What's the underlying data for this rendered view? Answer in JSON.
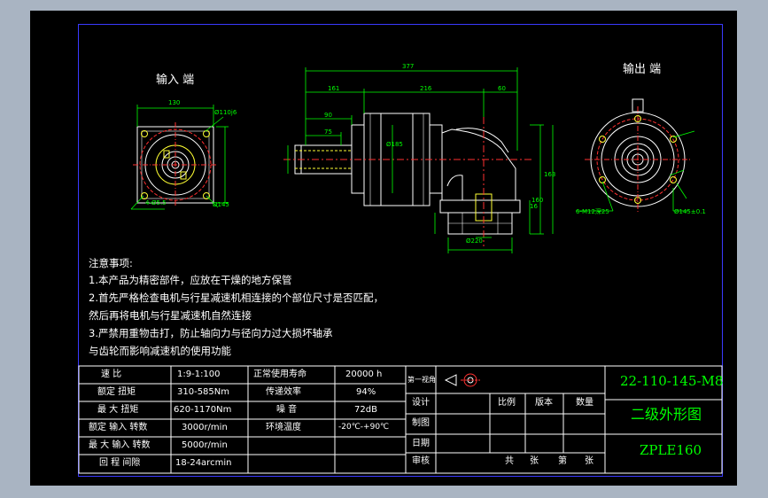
{
  "views": {
    "input_title": "输入 端",
    "output_title": "输出 端"
  },
  "dimensions": {
    "total_length": "377",
    "input_side": "161",
    "output_side": "216",
    "flange_thickness": "60",
    "shaft_length": "90",
    "key_length": "75",
    "square_width": "130",
    "output_flange_width": "160",
    "motor_pilot": "Ø110j6",
    "bolt_circle_dia": "Ø145",
    "input_holes": "4-Ø5.5",
    "output_holes": "6-M12深25",
    "output_bcd": "Ø145±0.1",
    "mount_dia": "Ø185",
    "output_width": "Ø220",
    "height_dim": "163",
    "side_dim": "16"
  },
  "notes": {
    "heading": "注意事项:",
    "line1": "1.本产品为精密部件，应放在干燥的地方保管",
    "line2": "2.首先严格检查电机与行星减速机相连接的个部位尺寸是否匹配，",
    "line3": "然后再将电机与行星减速机自然连接",
    "line4": "3.严禁用重物击打，防止轴向力与径向力过大损坏轴承",
    "line5": "与齿轮而影响减速机的使用功能"
  },
  "specs": [
    {
      "label": "速 比",
      "value": "1:9-1:100",
      "label2": "正常使用寿命",
      "value2": "20000 h"
    },
    {
      "label": "额定 扭矩",
      "value": "310-585Nm",
      "label2": "传递效率",
      "value2": "94%"
    },
    {
      "label": "最 大 扭矩",
      "value": "620-1170Nm",
      "label2": "噪 音",
      "value2": "72dB"
    },
    {
      "label": "额定 输入 转数",
      "value": "3000r/min",
      "label2": "环境温度",
      "value2": "-20℃-+90℃"
    },
    {
      "label": "最 大 输入 转数",
      "value": "5000r/min",
      "label2": "",
      "value2": ""
    },
    {
      "label": "回 程 间隙",
      "value": "18-24arcmin",
      "label2": "",
      "value2": ""
    }
  ],
  "titleblock": {
    "projection": "第一视角",
    "rows": [
      "设计",
      "制图",
      "日期",
      "审核",
      "日期"
    ],
    "col_ratio": "比例",
    "col_version": "版本",
    "col_qty": "数量",
    "sheet_total": "共",
    "sheet_label1": "张",
    "sheet_n": "第",
    "sheet_label2": "张",
    "model": "22-110-145-M8",
    "name": "二级外形图",
    "series": "ZPLE160"
  },
  "colors": {
    "background": "#a9b4c2",
    "drawing": "#000000",
    "border": "#3a3aff",
    "line": "#ffffff",
    "dimension": "#00ff00",
    "center": "#ff3030",
    "hidden": "#ffff33"
  }
}
